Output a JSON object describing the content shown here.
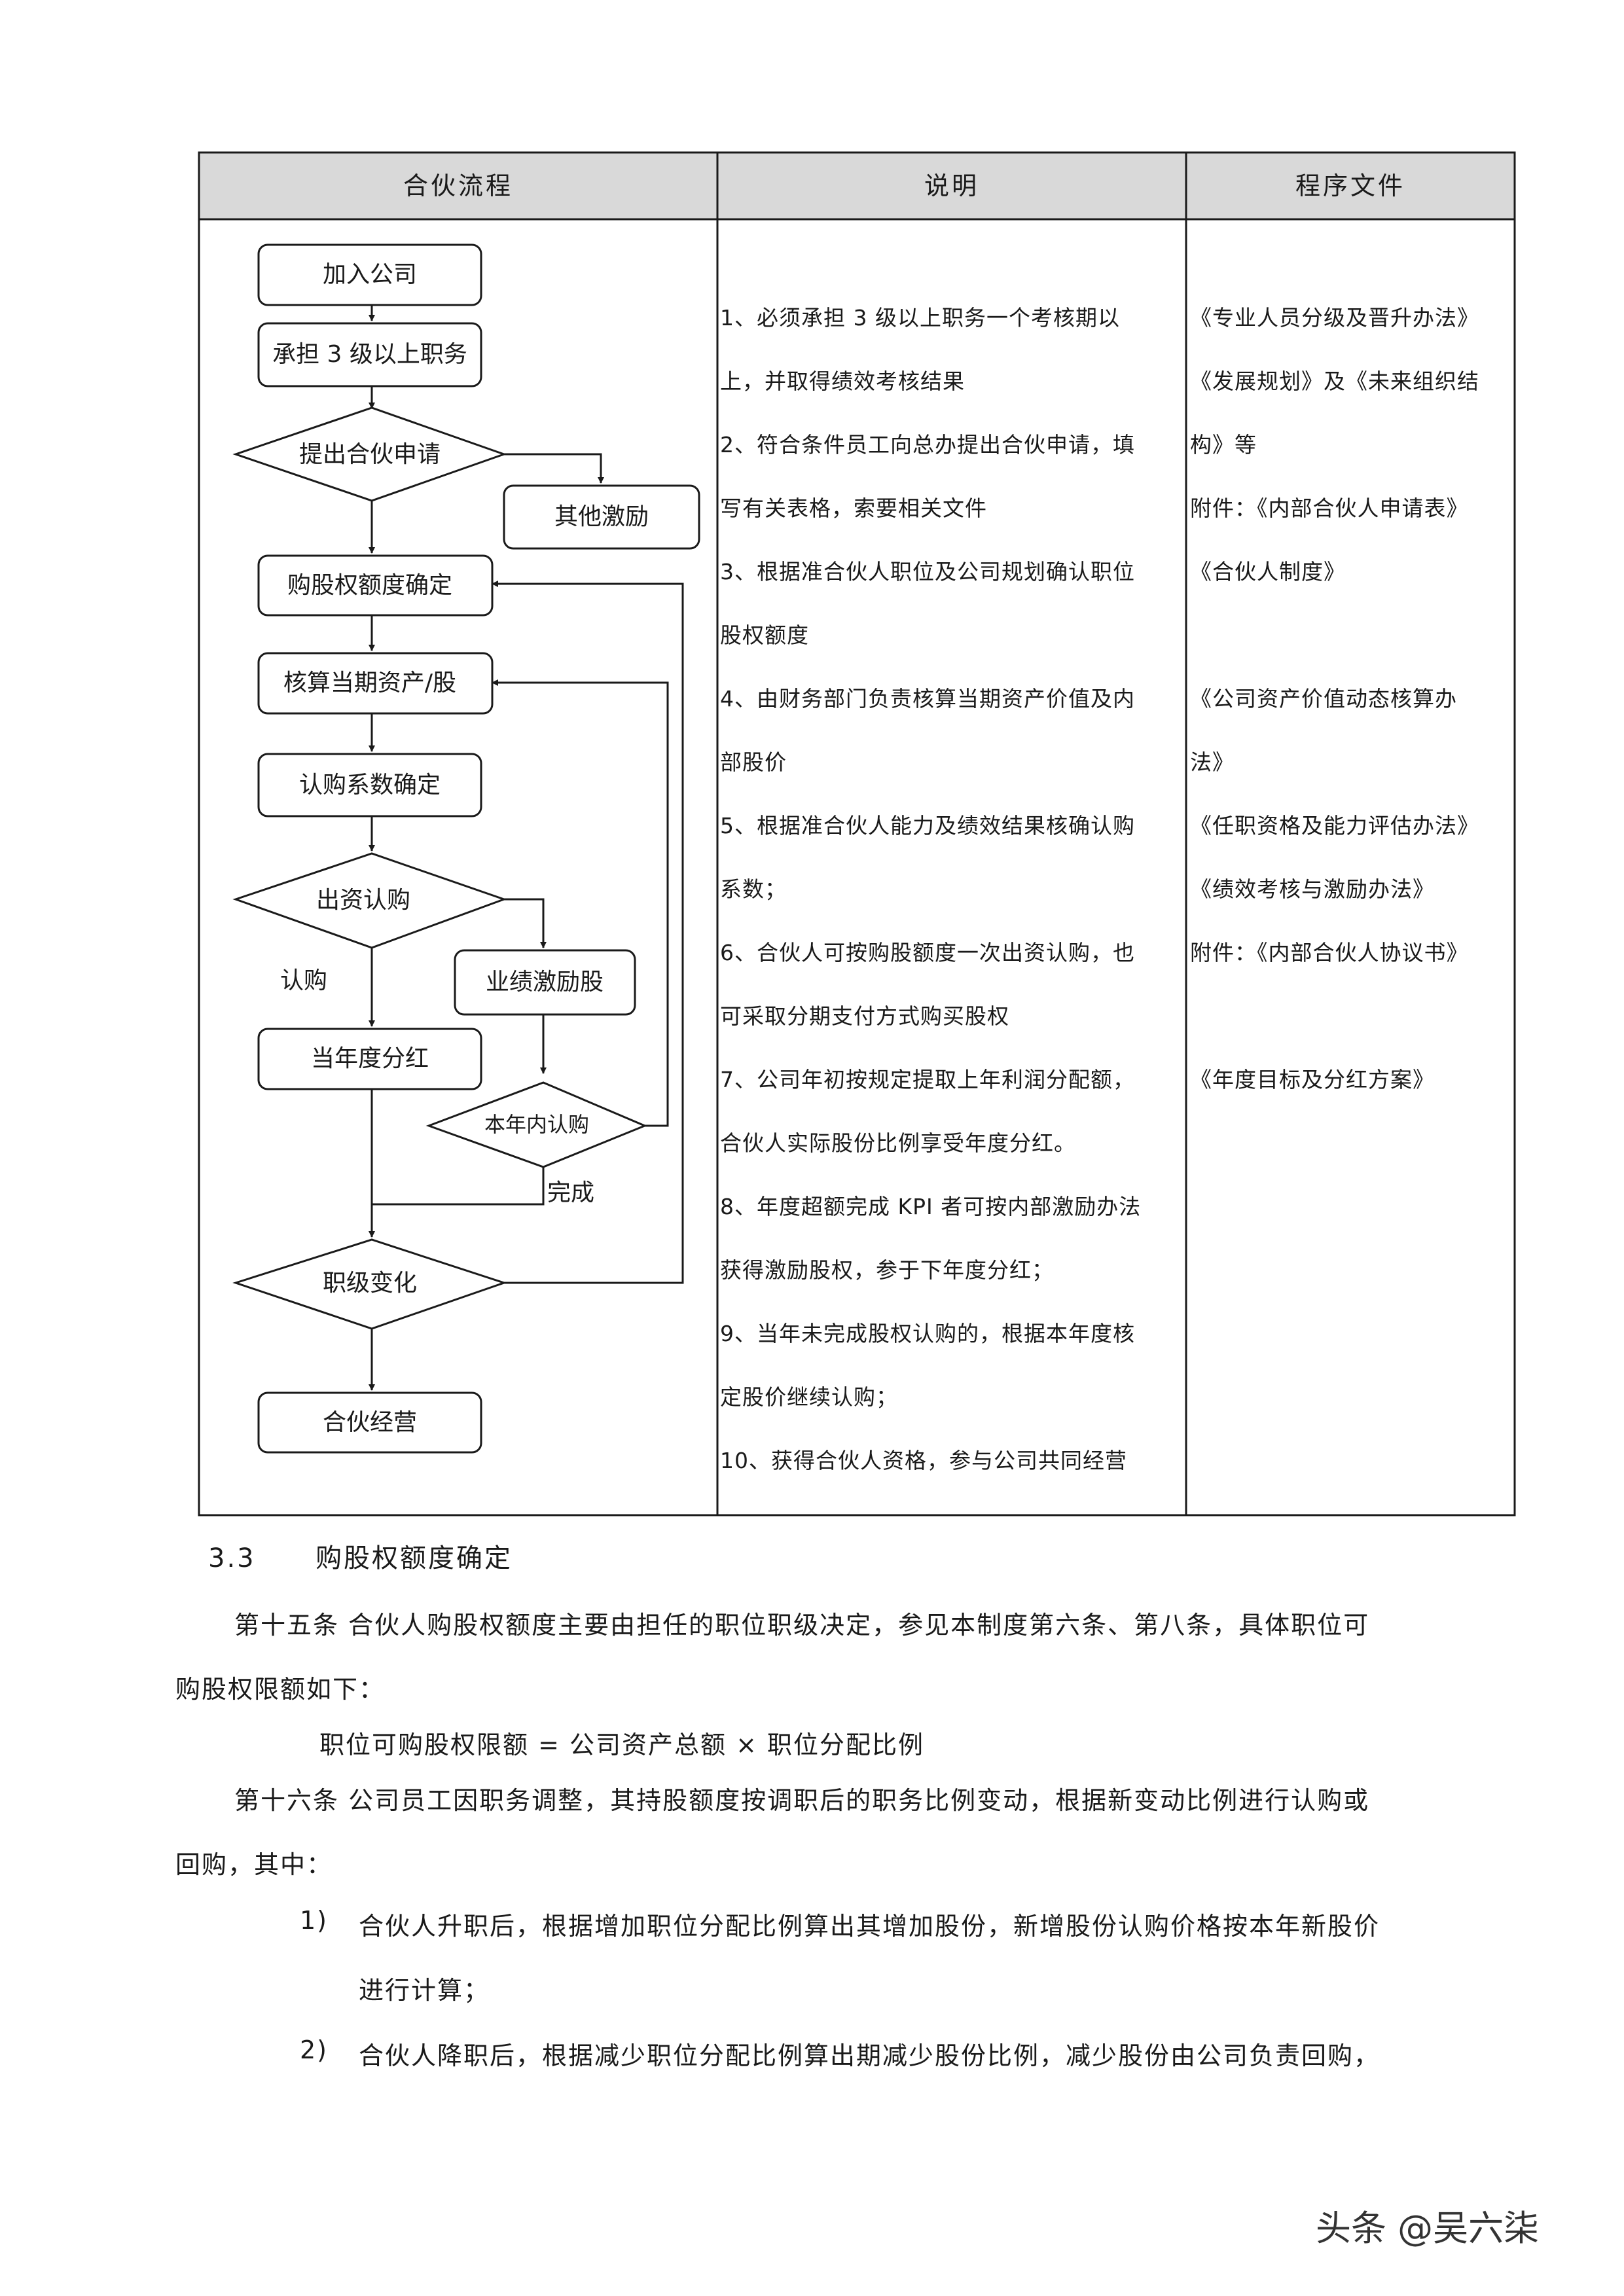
{
  "table": {
    "headers": [
      "合伙流程",
      "说明",
      "程序文件"
    ],
    "flow_nodes": {
      "join": "加入公司",
      "hold_position": "承担 3 级以上职务",
      "apply": "提出合伙申请",
      "other_incentive": "其他激励",
      "quota": "购股权额度确定",
      "assets": "核算当期资产/股",
      "coefficient": "认购系数确定",
      "invest": "出资认购",
      "subscribe_label": "认购",
      "performance_shares": "业绩激励股",
      "dividend": "当年度分红",
      "yearly_subscribe": "本年内认购",
      "done_label": "完成",
      "level_change": "职级变化",
      "operation": "合伙经营"
    },
    "description_lines": [
      "1、必须承担 3 级以上职务一个考核期以",
      "上，并取得绩效考核结果",
      "2、符合条件员工向总办提出合伙申请，填",
      "写有关表格，索要相关文件",
      "3、根据准合伙人职位及公司规划确认职位",
      "股权额度",
      "4、由财务部门负责核算当期资产价值及内",
      "部股价",
      "5、根据准合伙人能力及绩效结果核确认购",
      "系数；",
      "6、合伙人可按购股额度一次出资认购，也",
      "可采取分期支付方式购买股权",
      "7、公司年初按规定提取上年利润分配额，",
      "合伙人实际股份比例享受年度分红。",
      "8、年度超额完成 KPI 者可按内部激励办法",
      "获得激励股权，参于下年度分红；",
      "9、当年未完成股权认购的，根据本年度核",
      "定股价继续认购；",
      "10、获得合伙人资格，参与公司共同经营"
    ],
    "program_lines": [
      "《专业人员分级及晋升办法》",
      "《发展规划》及《未来组织结",
      "构》等",
      "附件：《内部合伙人申请表》",
      "《合伙人制度》",
      "",
      "《公司资产价值动态核算办",
      "法》",
      "《任职资格及能力评估办法》",
      "《绩效考核与激励办法》",
      "附件：《内部合伙人协议书》",
      "",
      "《年度目标及分红方案》"
    ]
  },
  "section": {
    "number": "3.3",
    "title": "购股权额度确定"
  },
  "paragraphs": {
    "art15_line1": "第十五条 合伙人购股权额度主要由担任的职位职级决定，参见本制度第六条、第八条，具体职位可",
    "art15_line2": "购股权限额如下：",
    "formula": "职位可购股权限额 = 公司资产总额 × 职位分配比例",
    "art16_line1": "第十六条 公司员工因职务调整，其持股额度按调职后的职务比例变动，根据新变动比例进行认购或",
    "art16_line2": "回购，其中：",
    "item1_num": "1)",
    "item1_line1": "合伙人升职后，根据增加职位分配比例算出其增加股份，新增股份认购价格按本年新股价",
    "item1_line2": "进行计算；",
    "item2_num": "2)",
    "item2_line1": "合伙人降职后，根据减少职位分配比例算出期减少股份比例，减少股份由公司负责回购，"
  },
  "watermark": "头条 @吴六柒"
}
